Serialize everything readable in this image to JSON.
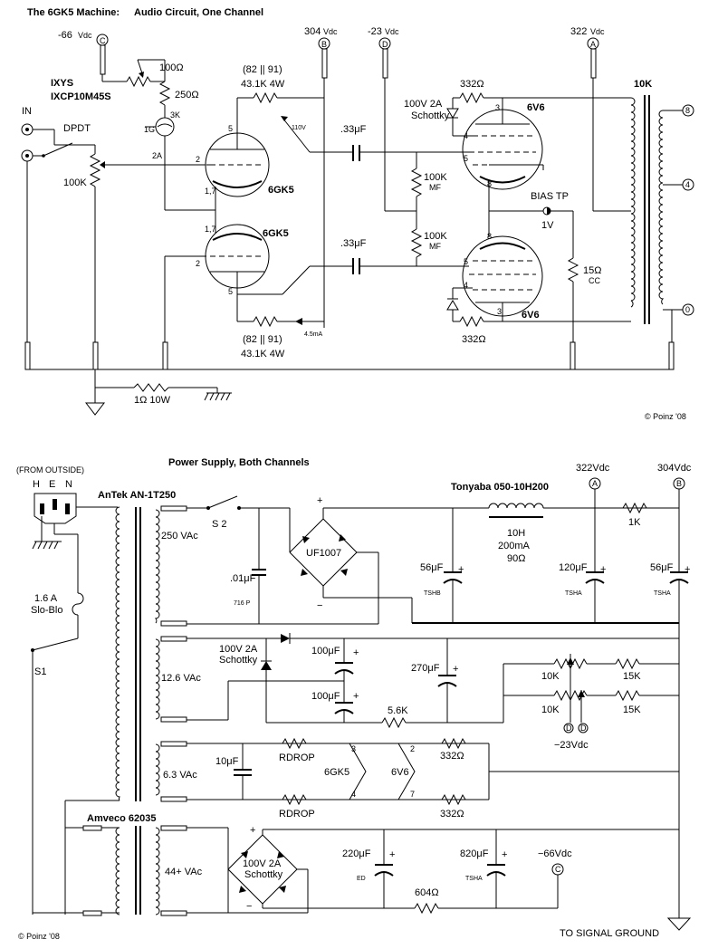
{
  "audio": {
    "title": "The 6GK5 Machine:",
    "subtitle": "Audio Circuit, One Channel",
    "copyright": "© Poinz '08",
    "supplies": {
      "c_volt": "-66",
      "c_unit": "Vdc",
      "c_tag": "C",
      "b_volt": "304",
      "b_unit": "Vdc",
      "b_tag": "B",
      "d_volt": "-23",
      "d_unit": "Vdc",
      "d_tag": "D",
      "a_volt": "322",
      "a_unit": "Vdc",
      "a_tag": "A"
    },
    "ccs": {
      "brand": "IXYS",
      "part": "IXCP10M45S",
      "pot": "100Ω",
      "r1": "250Ω",
      "r2": "3K",
      "pin_g": "1G",
      "pin_a": "2A"
    },
    "input": {
      "label": "IN",
      "switch": "DPDT",
      "pot": "100K"
    },
    "tubes": {
      "driver": "6GK5",
      "output": "6V6"
    },
    "pins": {
      "p5": "5",
      "p2": "2",
      "p17": "1,7",
      "p3": "3",
      "p4": "4",
      "p8": "8"
    },
    "load_top": {
      "line1": "(82 || 91)",
      "line2": "43.1K 4W",
      "tap": "110V"
    },
    "load_bot": {
      "line1": "(82 || 91)",
      "line2": "43.1K 4W",
      "tap": "4.5mA"
    },
    "coupling": {
      "cap_top": ".33μF",
      "cap_bot": ".33μF",
      "r_top": "100K",
      "r_bot": "100K",
      "mf": "MF"
    },
    "grid_diode": {
      "line1": "100V 2A",
      "line2": "Schottky"
    },
    "grid_r_top": "332Ω",
    "grid_r_bot": "332Ω",
    "bias": {
      "label": "BIAS TP",
      "volt": "1V",
      "r": "15Ω",
      "cc": "CC"
    },
    "transformer": {
      "label": "10K",
      "tap8": "8",
      "tap4": "4",
      "tap0": "0"
    },
    "ground_r": "1Ω  10W"
  },
  "psu": {
    "title": "Power Supply, Both Channels",
    "outside": "(FROM OUTSIDE)",
    "plug": {
      "h": "H",
      "e": "E",
      "n": "N"
    },
    "fuse": {
      "line1": "1.6 A",
      "line2": "Slo-Blo"
    },
    "s1": "S1",
    "s2": "S 2",
    "t1": {
      "name": "AnTek AN-1T250",
      "w1": "250 VAc",
      "w2": "12.6 VAc",
      "w3": "6.3 VAc"
    },
    "snubber": {
      "c": ".01μF",
      "type": "716 P"
    },
    "bridge1": "UF1007",
    "plus": "+",
    "minus": "−",
    "choke": {
      "name": "Tonyaba 050-10H200",
      "l": "10H",
      "i": "200mA",
      "r": "90Ω"
    },
    "c1": {
      "v": "56μF",
      "type": "TSHB"
    },
    "c2": {
      "v": "120μF",
      "type": "TSHA"
    },
    "c3": {
      "v": "56μF",
      "type": "TSHA"
    },
    "r1k": "1K",
    "a_tag": "A",
    "a_volt": "322Vdc",
    "b_tag": "B",
    "b_volt": "304Vdc",
    "neg": {
      "diode1": "100V 2A",
      "diode2": "Schottky",
      "c1": "100μF",
      "c2": "100μF",
      "c3": "270μF",
      "r": "5.6K",
      "pot": "10K",
      "r15": "15K",
      "tag": "D",
      "volt": "−23Vdc"
    },
    "heater": {
      "c": "10μF",
      "rdrop": "RDROP",
      "tube1": "6GK5",
      "tube2": "6V6",
      "r": "332Ω",
      "p3": "3",
      "p4": "4",
      "p2": "2",
      "p7": "7"
    },
    "t2": {
      "name": "Amveco 62035",
      "w": "44+ VAc",
      "diode1": "100V 2A",
      "diode2": "Schottky",
      "c1": "220μF",
      "c1t": "ED",
      "c2": "820μF",
      "c2t": "TSHA",
      "r": "604Ω",
      "tag": "C",
      "volt": "−66Vdc"
    },
    "ground": "TO SIGNAL GROUND",
    "copyright": "© Poinz '08"
  }
}
